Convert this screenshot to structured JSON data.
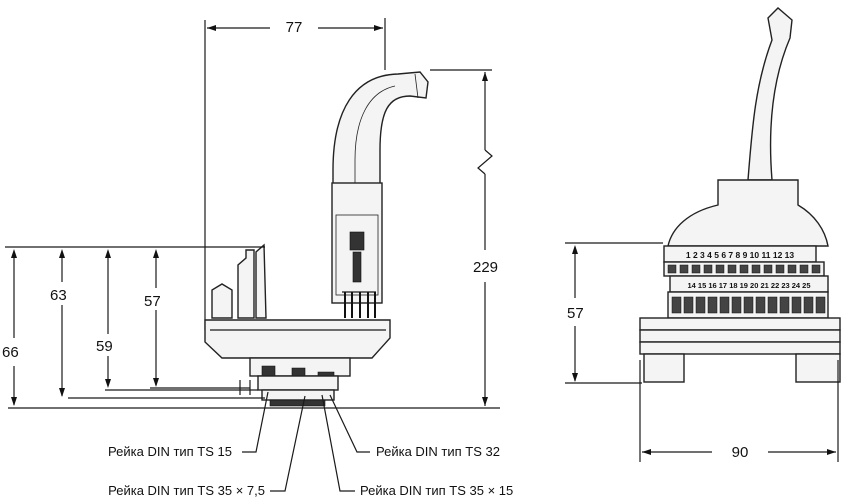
{
  "dimensions": {
    "width_top": "77",
    "cable_height": "229",
    "height_66": "66",
    "height_63": "63",
    "height_59": "59",
    "height_57_left": "57",
    "height_57_right": "57",
    "width_bottom": "90"
  },
  "rail_labels": {
    "ts15": "Рейка DIN тип TS 15",
    "ts32": "Рейка DIN тип TS 32",
    "ts35_75": "Рейка DIN тип TS 35 × 7,5",
    "ts35_15": "Рейка DIN тип TS 35 × 15"
  },
  "terminal_numbers": {
    "row1": "1 2 3 4 5 6 7 8 9 10 11 12 13",
    "row3": "14 15 16 17 18 19 20 21 22 23 24 25"
  }
}
